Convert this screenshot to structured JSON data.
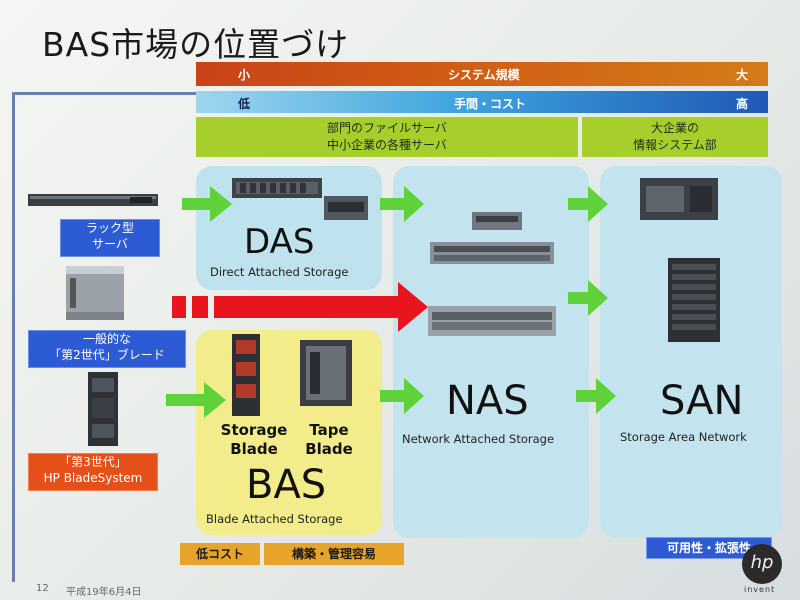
{
  "title": "BAS市場の位置づけ",
  "bands": {
    "system_scale": {
      "left": "小",
      "center": "システム規模",
      "right": "大"
    },
    "cost": {
      "left": "低",
      "center": "手間・コスト",
      "right": "高"
    }
  },
  "segments": {
    "smb_line1": "部門のファイルサーバ",
    "smb_line2": "中小企業の各種サーバ",
    "ent_line1": "大企業の",
    "ent_line2": "情報システム部"
  },
  "left_labels": {
    "rack_line1": "ラック型",
    "rack_line2": "サーバ",
    "gen2_line1": "一般的な",
    "gen2_line2": "「第2世代」ブレード",
    "gen3_line1": "「第3世代」",
    "gen3_line2": "HP BladeSystem"
  },
  "zones": {
    "das": {
      "name": "DAS",
      "full": "Direct Attached Storage"
    },
    "nas": {
      "name": "NAS",
      "full": "Network Attached Storage"
    },
    "san": {
      "name": "SAN",
      "full": "Storage Area Network"
    },
    "bas": {
      "name": "BAS",
      "full": "Blade Attached Storage"
    }
  },
  "blades": {
    "storage_line1": "Storage",
    "storage_line2": "Blade",
    "tape_line1": "Tape",
    "tape_line2": "Blade"
  },
  "tags": {
    "low_cost": "低コスト",
    "easy_mgmt": "構築・管理容易",
    "availability": "可用性・拡張性"
  },
  "footer": {
    "slide_number": "12",
    "date": "平成19年6月4日",
    "logo_word": "invent"
  },
  "colors": {
    "green_arrow": "#5fd13a",
    "red_arrow": "#e8141e",
    "accent_blue": "#2d5bd3",
    "accent_orange": "#e5501a"
  }
}
